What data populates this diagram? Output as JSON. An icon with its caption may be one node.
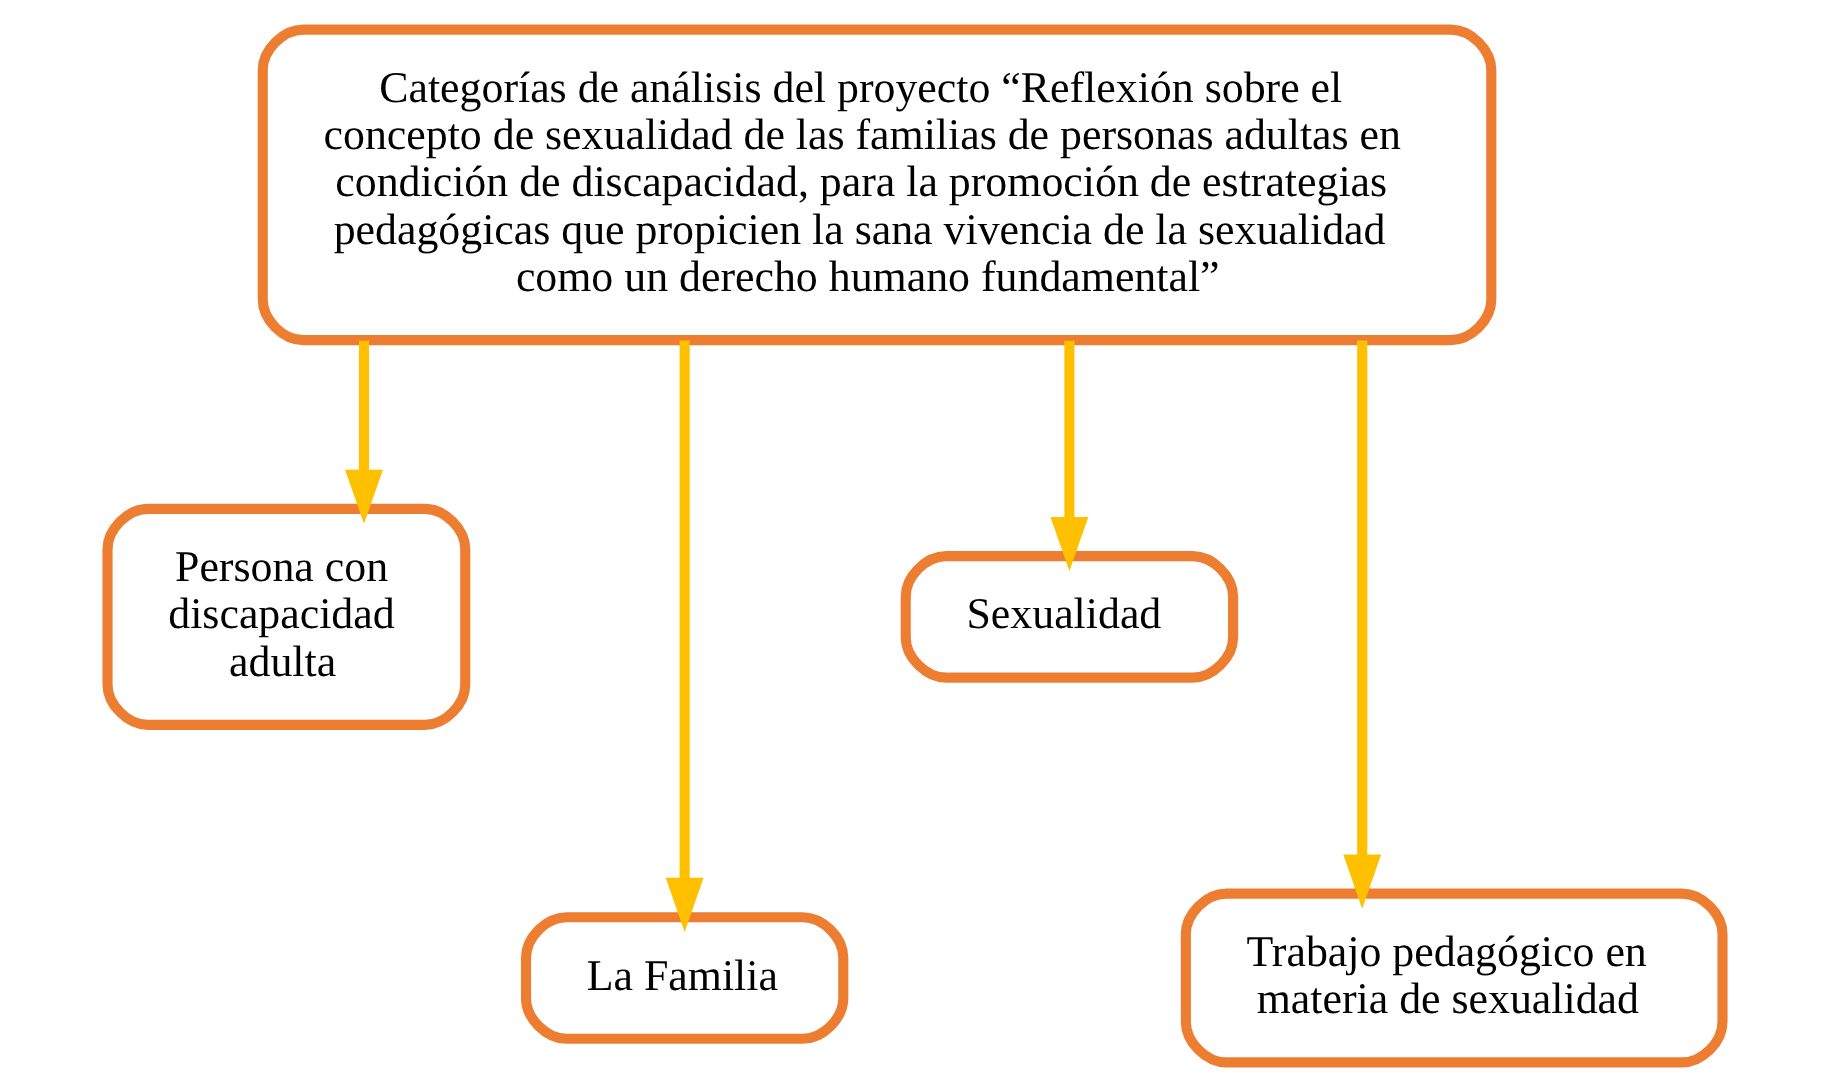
{
  "diagram": {
    "nodes": [
      {
        "text": [
          "Categorías de análisis del proyecto “Reflexión sobre el concepto de sexualidad de las familias de personas adultas en condición de discapacidad, para la promoción de estrategias pedagógicas que propicien la sana vivencia de la sexualidad como un derecho humano fundamental”"
        ]
      },
      {
        "text": [
          "Persona con discapacidad adulta"
        ]
      },
      {
        "text": [
          "Sexualidad"
        ]
      },
      {
        "text": [
          "La Familia"
        ]
      },
      {
        "text": [
          "Trabajo pedagógico en materia de sexualidad"
        ]
      }
    ],
    "edges": [
      {
        "from": 0,
        "to": 1,
        "arrow": "to"
      },
      {
        "from": 0,
        "to": 3,
        "arrow": "to"
      },
      {
        "from": 0,
        "to": 2,
        "arrow": "to"
      },
      {
        "from": 0,
        "to": 4,
        "arrow": "to"
      }
    ]
  }
}
